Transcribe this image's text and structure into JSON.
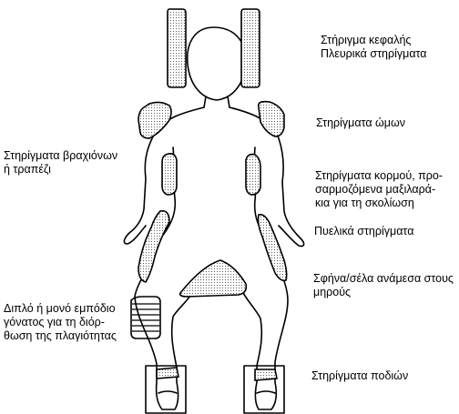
{
  "labels": {
    "head_support": "Στήριγμα κεφαλής\nΠλευρικά στηρίγματα",
    "shoulder_supports": "Στηρίγματα ώμων",
    "arm_supports": "Στηρίγματα βραχιόνων\nή τραπέζι",
    "trunk_supports": "Στηρίγματα κορμού, προ-\nσαρμοζόμενα μαξιλαρά-\nκια για τη σκολίωση",
    "pelvic_supports": "Πυελικά στηρίγματα",
    "thigh_wedge": "Σφήνα/σέλα ανάμεσα στους\nμηρούς",
    "knee_block": "Διπλό ή μονό εμπόδιο\nγόνατος για τη διόρ-\nθωση της πλαγιότητας",
    "foot_supports": "Στηρίγματα ποδιών"
  },
  "colors": {
    "line": "#000000",
    "background": "#ffffff"
  }
}
